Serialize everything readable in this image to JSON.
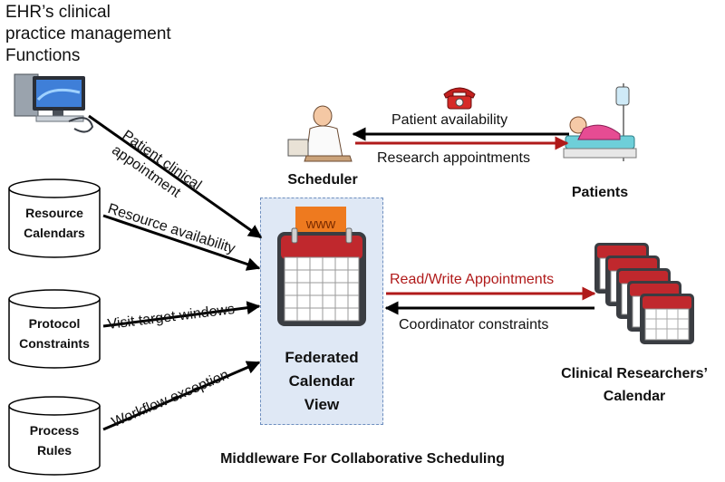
{
  "ehr": {
    "title_lines": [
      "EHR’s clinical",
      "practice management",
      "Functions"
    ],
    "icon": "computer-icon"
  },
  "databases": [
    {
      "lines": [
        "Resource",
        "Calendars"
      ]
    },
    {
      "lines": [
        "Protocol",
        "Constraints"
      ]
    },
    {
      "lines": [
        "Process",
        "Rules"
      ]
    }
  ],
  "left_arrows": {
    "patient_appt_lines": [
      "Patient clinical",
      "appointment"
    ],
    "resource_availability": "Resource availability",
    "visit_windows": "Visit target windows",
    "workflow_exception": "Workflow exception"
  },
  "federated": {
    "lines": [
      "Federated",
      "Calendar",
      "View"
    ],
    "www": "www"
  },
  "scheduler": {
    "label": "Scheduler",
    "icon": "scheduler-person-icon"
  },
  "patients": {
    "label": "Patients",
    "icon": "patient-bed-icon"
  },
  "phone_icon": "telephone-icon",
  "top_arrows": {
    "patient_availability": "Patient availability",
    "research_appointments": "Research appointments"
  },
  "right_arrows": {
    "read_write": "Read/Write Appointments",
    "coordinator": "Coordinator constraints"
  },
  "clinical_calendar": {
    "lines": [
      "Clinical Researchers’",
      "Calendar"
    ]
  },
  "footer": "Middleware For Collaborative Scheduling",
  "colors": {
    "arrow_black": "#000000",
    "arrow_red": "#b01a1a",
    "box_fill": "#dfe8f5",
    "box_border": "#6f8fbf",
    "calendar_red": "#c0282d"
  }
}
